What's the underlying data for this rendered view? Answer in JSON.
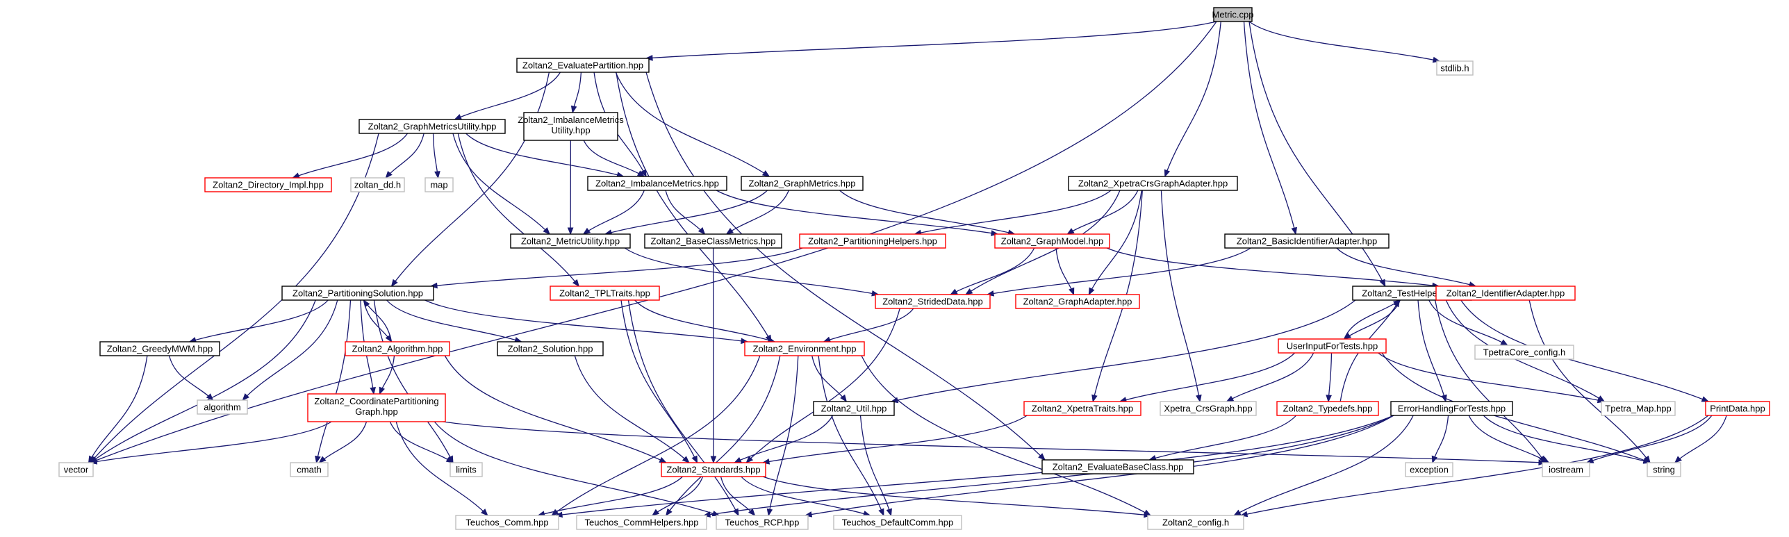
{
  "colors": {
    "edge": "#191970",
    "root_fill": "#bfbfbf",
    "root_border": "#000000",
    "normal_border": "#000000",
    "truncated_border": "#ff0000",
    "external_border": "#bfbfbf",
    "external_text": "#4d4d4d"
  },
  "diagram": {
    "title": "Metric.cpp include dependency graph",
    "nodes": [
      {
        "id": "metric",
        "label": "Metric.cpp",
        "style": "root"
      },
      {
        "id": "evalpart",
        "label": "Zoltan2_EvaluatePartition.hpp",
        "style": "normal"
      },
      {
        "id": "stdlib",
        "label": "stdlib.h",
        "style": "external"
      },
      {
        "id": "gmu",
        "label": "Zoltan2_GraphMetricsUtility.hpp",
        "style": "normal"
      },
      {
        "id": "imu",
        "label": [
          "Zoltan2_ImbalanceMetrics",
          "Utility.hpp"
        ],
        "style": "normal"
      },
      {
        "id": "dirimpl",
        "label": "Zoltan2_Directory_Impl.hpp",
        "style": "truncated"
      },
      {
        "id": "zoltandd",
        "label": "zoltan_dd.h",
        "style": "external"
      },
      {
        "id": "map",
        "label": "map",
        "style": "external"
      },
      {
        "id": "imbm",
        "label": "Zoltan2_ImbalanceMetrics.hpp",
        "style": "normal"
      },
      {
        "id": "gmet",
        "label": "Zoltan2_GraphMetrics.hpp",
        "style": "normal"
      },
      {
        "id": "xcga",
        "label": "Zoltan2_XpetraCrsGraphAdapter.hpp",
        "style": "normal"
      },
      {
        "id": "metutil",
        "label": "Zoltan2_MetricUtility.hpp",
        "style": "normal"
      },
      {
        "id": "bcm",
        "label": "Zoltan2_BaseClassMetrics.hpp",
        "style": "normal"
      },
      {
        "id": "parthelp",
        "label": "Zoltan2_PartitioningHelpers.hpp",
        "style": "truncated"
      },
      {
        "id": "gmodel",
        "label": "Zoltan2_GraphModel.hpp",
        "style": "truncated"
      },
      {
        "id": "bia",
        "label": "Zoltan2_BasicIdentifierAdapter.hpp",
        "style": "normal"
      },
      {
        "id": "psol",
        "label": "Zoltan2_PartitioningSolution.hpp",
        "style": "normal"
      },
      {
        "id": "tpl",
        "label": "Zoltan2_TPLTraits.hpp",
        "style": "truncated"
      },
      {
        "id": "strided",
        "label": "Zoltan2_StridedData.hpp",
        "style": "truncated"
      },
      {
        "id": "gadapt",
        "label": "Zoltan2_GraphAdapter.hpp",
        "style": "truncated"
      },
      {
        "id": "testh",
        "label": "Zoltan2_TestHelpers.hpp",
        "style": "normal"
      },
      {
        "id": "idadapt",
        "label": "Zoltan2_IdentifierAdapter.hpp",
        "style": "truncated"
      },
      {
        "id": "greedy",
        "label": "Zoltan2_GreedyMWM.hpp",
        "style": "normal"
      },
      {
        "id": "algo",
        "label": "Zoltan2_Algorithm.hpp",
        "style": "truncated"
      },
      {
        "id": "sol",
        "label": "Zoltan2_Solution.hpp",
        "style": "normal"
      },
      {
        "id": "env",
        "label": "Zoltan2_Environment.hpp",
        "style": "truncated"
      },
      {
        "id": "uift",
        "label": "UserInputForTests.hpp",
        "style": "truncated"
      },
      {
        "id": "tpetracore",
        "label": "TpetraCore_config.h",
        "style": "external"
      },
      {
        "id": "algorithm",
        "label": "algorithm",
        "style": "external"
      },
      {
        "id": "cpg",
        "label": [
          "Zoltan2_CoordinatePartitioning",
          "Graph.hpp"
        ],
        "style": "truncated"
      },
      {
        "id": "util",
        "label": "Zoltan2_Util.hpp",
        "style": "normal"
      },
      {
        "id": "xtraits",
        "label": "Zoltan2_XpetraTraits.hpp",
        "style": "truncated"
      },
      {
        "id": "xcrsgraph",
        "label": "Xpetra_CrsGraph.hpp",
        "style": "external"
      },
      {
        "id": "typedefs",
        "label": "Zoltan2_Typedefs.hpp",
        "style": "truncated"
      },
      {
        "id": "ehft",
        "label": "ErrorHandlingForTests.hpp",
        "style": "normal"
      },
      {
        "id": "tmap",
        "label": "Tpetra_Map.hpp",
        "style": "external"
      },
      {
        "id": "printdata",
        "label": "PrintData.hpp",
        "style": "truncated"
      },
      {
        "id": "vector",
        "label": "vector",
        "style": "external"
      },
      {
        "id": "cmath",
        "label": "cmath",
        "style": "external"
      },
      {
        "id": "limits",
        "label": "limits",
        "style": "external"
      },
      {
        "id": "standards",
        "label": "Zoltan2_Standards.hpp",
        "style": "truncated"
      },
      {
        "id": "evalbase",
        "label": "Zoltan2_EvaluateBaseClass.hpp",
        "style": "normal"
      },
      {
        "id": "exception",
        "label": "exception",
        "style": "external"
      },
      {
        "id": "iostream",
        "label": "iostream",
        "style": "external"
      },
      {
        "id": "string",
        "label": "string",
        "style": "external"
      },
      {
        "id": "tcomm",
        "label": "Teuchos_Comm.hpp",
        "style": "external"
      },
      {
        "id": "tcommh",
        "label": "Teuchos_CommHelpers.hpp",
        "style": "external"
      },
      {
        "id": "trcp",
        "label": "Teuchos_RCP.hpp",
        "style": "external"
      },
      {
        "id": "tdcomm",
        "label": "Teuchos_DefaultComm.hpp",
        "style": "external"
      },
      {
        "id": "config",
        "label": "Zoltan2_config.h",
        "style": "external"
      }
    ],
    "edges": [
      [
        "metric",
        "evalpart"
      ],
      [
        "metric",
        "vector"
      ],
      [
        "metric",
        "stdlib"
      ],
      [
        "metric",
        "xcga"
      ],
      [
        "metric",
        "bia"
      ],
      [
        "metric",
        "testh"
      ],
      [
        "evalpart",
        "psol"
      ],
      [
        "evalpart",
        "gmu"
      ],
      [
        "evalpart",
        "imu"
      ],
      [
        "evalpart",
        "imbm"
      ],
      [
        "evalpart",
        "gmet"
      ],
      [
        "evalpart",
        "env"
      ],
      [
        "evalpart",
        "evalbase"
      ],
      [
        "gmu",
        "dirimpl"
      ],
      [
        "gmu",
        "zoltandd"
      ],
      [
        "gmu",
        "map"
      ],
      [
        "gmu",
        "imbm"
      ],
      [
        "gmu",
        "metutil"
      ],
      [
        "gmu",
        "tpl"
      ],
      [
        "gmu",
        "vector"
      ],
      [
        "imu",
        "imbm"
      ],
      [
        "imu",
        "metutil"
      ],
      [
        "imbm",
        "metutil"
      ],
      [
        "imbm",
        "bcm"
      ],
      [
        "imbm",
        "gmodel"
      ],
      [
        "gmet",
        "metutil"
      ],
      [
        "gmet",
        "bcm"
      ],
      [
        "gmet",
        "gmodel"
      ],
      [
        "metutil",
        "strided"
      ],
      [
        "bcm",
        "standards"
      ],
      [
        "xcga",
        "parthelp"
      ],
      [
        "xcga",
        "gmodel"
      ],
      [
        "xcga",
        "strided"
      ],
      [
        "xcga",
        "gadapt"
      ],
      [
        "xcga",
        "xtraits"
      ],
      [
        "xcga",
        "xcrsgraph"
      ],
      [
        "parthelp",
        "psol"
      ],
      [
        "gmodel",
        "strided"
      ],
      [
        "gmodel",
        "gadapt"
      ],
      [
        "gmodel",
        "idadapt"
      ],
      [
        "bia",
        "strided"
      ],
      [
        "bia",
        "idadapt"
      ],
      [
        "idadapt",
        "string"
      ],
      [
        "strided",
        "env"
      ],
      [
        "strided",
        "standards"
      ],
      [
        "psol",
        "greedy"
      ],
      [
        "psol",
        "algo"
      ],
      [
        "psol",
        "cpg"
      ],
      [
        "psol",
        "sol"
      ],
      [
        "psol",
        "env"
      ],
      [
        "psol",
        "algorithm"
      ],
      [
        "psol",
        "cmath"
      ],
      [
        "psol",
        "limits"
      ],
      [
        "psol",
        "vector"
      ],
      [
        "algo",
        "psol"
      ],
      [
        "algo",
        "cpg"
      ],
      [
        "algo",
        "standards"
      ],
      [
        "greedy",
        "algorithm"
      ],
      [
        "greedy",
        "vector"
      ],
      [
        "sol",
        "standards"
      ],
      [
        "tpl",
        "env"
      ],
      [
        "tpl",
        "standards"
      ],
      [
        "tpl",
        "trcp"
      ],
      [
        "cpg",
        "vector"
      ],
      [
        "cpg",
        "cmath"
      ],
      [
        "cpg",
        "limits"
      ],
      [
        "cpg",
        "iostream"
      ],
      [
        "cpg",
        "tcomm"
      ],
      [
        "cpg",
        "trcp"
      ],
      [
        "env",
        "util"
      ],
      [
        "env",
        "tcomm"
      ],
      [
        "env",
        "tcommh"
      ],
      [
        "env",
        "trcp"
      ],
      [
        "env",
        "tdcomm"
      ],
      [
        "env",
        "config"
      ],
      [
        "util",
        "standards"
      ],
      [
        "util",
        "tdcomm"
      ],
      [
        "testh",
        "uift"
      ],
      [
        "testh",
        "util"
      ],
      [
        "testh",
        "tpetracore"
      ],
      [
        "testh",
        "tmap"
      ],
      [
        "testh",
        "iostream"
      ],
      [
        "testh",
        "ehft"
      ],
      [
        "testh",
        "printdata"
      ],
      [
        "uift",
        "testh"
      ],
      [
        "uift",
        "xtraits"
      ],
      [
        "uift",
        "xcrsgraph"
      ],
      [
        "uift",
        "typedefs"
      ],
      [
        "uift",
        "tmap"
      ],
      [
        "uift",
        "string"
      ],
      [
        "typedefs",
        "testh"
      ],
      [
        "typedefs",
        "evalbase"
      ],
      [
        "xtraits",
        "standards"
      ],
      [
        "ehft",
        "exception"
      ],
      [
        "ehft",
        "iostream"
      ],
      [
        "ehft",
        "string"
      ],
      [
        "ehft",
        "tcomm"
      ],
      [
        "ehft",
        "tcommh"
      ],
      [
        "ehft",
        "trcp"
      ],
      [
        "ehft",
        "config"
      ],
      [
        "printdata",
        "iostream"
      ],
      [
        "printdata",
        "string"
      ],
      [
        "printdata",
        "config"
      ],
      [
        "standards",
        "tcomm"
      ],
      [
        "standards",
        "tcommh"
      ],
      [
        "standards",
        "trcp"
      ],
      [
        "standards",
        "tdcomm"
      ],
      [
        "standards",
        "config"
      ]
    ]
  }
}
